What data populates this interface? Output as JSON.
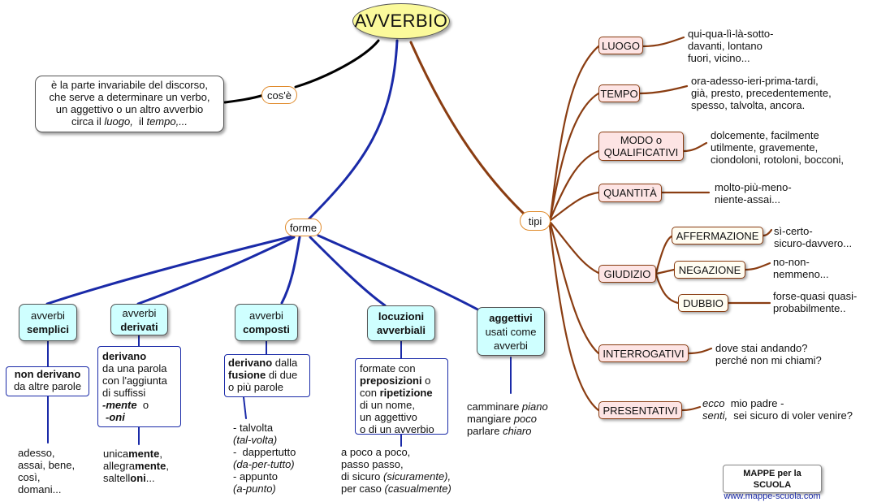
{
  "root": {
    "label": "AVVERBIO"
  },
  "definizione": {
    "link_label": "cos'è",
    "lines": [
      "è la parte invariabile del discorso,",
      "che serve a determinare un verbo,",
      "un aggettivo o un altro avverbio"
    ],
    "line4_prefix": "circa il ",
    "line4_luogo": "luogo,",
    "line4_mid": "  il ",
    "line4_tempo": "tempo,...",
    "line4_suffix": ""
  },
  "forme": {
    "label": "forme",
    "semplici": {
      "title_1": "avverbi",
      "title_2": "semplici",
      "desc_bold": "non derivano",
      "desc_rest": "da altre parole",
      "examples": [
        "adesso,",
        "assai, bene,",
        "così,",
        "domani..."
      ]
    },
    "derivati": {
      "title_1": "avverbi",
      "title_2": "derivati",
      "desc_bold": "derivano",
      "desc_lines": [
        "da una parola",
        "con l'aggiunta",
        "di suffissi"
      ],
      "suffix_1": "-mente",
      "suffix_or": "  o",
      "suffix_2": "-oni",
      "ex1_pre": "unica",
      "ex1_bold": "mente",
      "ex1_post": ",",
      "ex2_pre": "allegra",
      "ex2_bold": "mente",
      "ex2_post": ",",
      "ex3_pre": "saltell",
      "ex3_bold": "oni",
      "ex3_post": "..."
    },
    "composti": {
      "title_1": "avverbi",
      "title_2": "composti",
      "d1_bold": "derivano",
      "d1_rest": " dalla",
      "d2_bold": "fusione",
      "d2_rest": " di due",
      "d3": "o più parole",
      "examples": [
        "- talvolta",
        "(tal-volta)",
        "-  dappertutto",
        "(da-per-tutto)",
        "- appunto",
        "(a-punto)"
      ]
    },
    "locuzioni": {
      "title_1": "locuzioni",
      "title_2": "avverbiali",
      "d1": "formate con",
      "d2_bold": "preposizioni",
      "d2_rest": " o",
      "d3_pre": "con ",
      "d3_bold": "ripetizione",
      "d4": "di un nome,",
      "d5": "un aggettivo",
      "d6": "o di un avverbio",
      "ex1": "a poco a poco,",
      "ex2": "passo passo,",
      "ex3_pre": "di sicuro ",
      "ex3_it": "(sicuramente),",
      "ex4_pre": "per caso ",
      "ex4_it": "(casualmente)"
    },
    "aggettivi": {
      "title_bold": "aggettivi",
      "title_2": "usati come",
      "title_3": "avverbi",
      "ex1_pre": "camminare ",
      "ex1_it": "piano",
      "ex2_pre": "mangiare ",
      "ex2_it": "poco",
      "ex3_pre": "parlare ",
      "ex3_it": "chiaro"
    }
  },
  "tipi": {
    "label": "tipi",
    "luogo": {
      "label": "LUOGO",
      "lines": [
        "qui-qua-lì-là-sotto-",
        "davanti, lontano",
        "fuori, vicino..."
      ]
    },
    "tempo": {
      "label": "TEMPO",
      "lines": [
        "ora-adesso-ieri-prima-tardi,",
        "già, presto, precedentemente,",
        "spesso, talvolta, ancora."
      ]
    },
    "modo": {
      "label_1": "MODO o",
      "label_2": "QUALIFICATIVI",
      "lines": [
        "dolcemente, facilmente",
        "utilmente, gravemente,",
        "ciondoloni, rotoloni, bocconi,"
      ]
    },
    "quantita": {
      "label": "QUANTITÀ",
      "lines": [
        "molto-più-meno-",
        "niente-assai..."
      ]
    },
    "giudizio": {
      "label": "GIUDIZIO",
      "affermazione": {
        "label": "AFFERMAZIONE",
        "lines": [
          "sì-certo-",
          "sicuro-davvero..."
        ]
      },
      "negazione": {
        "label": "NEGAZIONE",
        "lines": [
          "no-non-",
          "nemmeno..."
        ]
      },
      "dubbio": {
        "label": "DUBBIO",
        "lines": [
          "forse-quasi quasi-",
          "probabilmente.."
        ]
      }
    },
    "interrogativi": {
      "label": "INTERROGATIVI",
      "lines": [
        "dove stai andando?",
        "perché non mi chiami?"
      ]
    },
    "presentativi": {
      "label": "PRESENTATIVI",
      "l1_it": "ecco",
      "l1_rest": "  mio padre -",
      "l2_it": "senti,",
      "l2_rest": "  sei sicuro di voler venire?"
    }
  },
  "logo": {
    "brand": "MAPPE per la SCUOLA",
    "url": "www.mappe-scuola.com"
  },
  "colors": {
    "forme_links": "#1a2aa8",
    "tipi_links": "#8a3d12",
    "definizione_link": "#000000",
    "root_fill": "#fbfa9b"
  }
}
